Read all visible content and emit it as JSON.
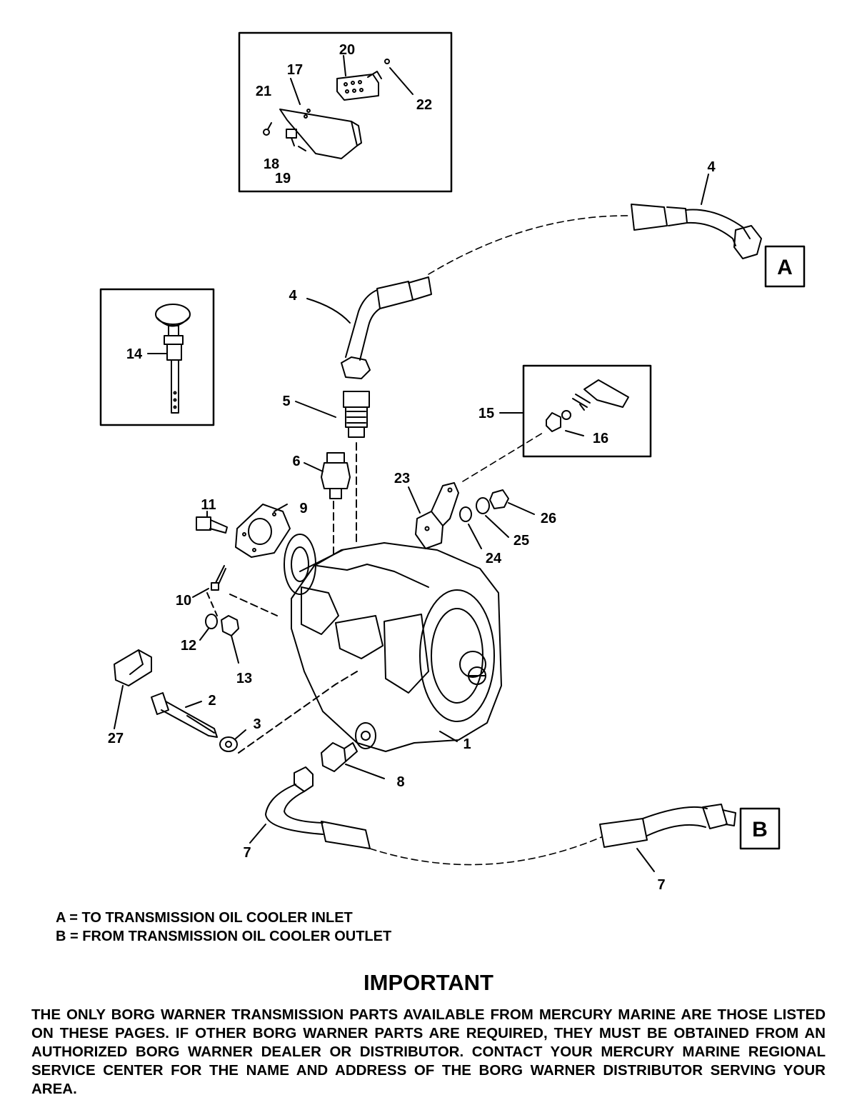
{
  "callouts": {
    "c1": "1",
    "c2": "2",
    "c3": "3",
    "c4a": "4",
    "c4b": "4",
    "c5": "5",
    "c6": "6",
    "c7a": "7",
    "c7b": "7",
    "c8": "8",
    "c9": "9",
    "c10": "10",
    "c11": "11",
    "c12": "12",
    "c13": "13",
    "c14": "14",
    "c15": "15",
    "c16": "16",
    "c17": "17",
    "c18": "18",
    "c19": "19",
    "c20": "20",
    "c21": "21",
    "c22": "22",
    "c23": "23",
    "c24": "24",
    "c25": "25",
    "c26": "26",
    "c27": "27"
  },
  "connectors": {
    "a": "A",
    "b": "B"
  },
  "legend": {
    "a": "A = TO TRANSMISSION OIL COOLER INLET",
    "b": "B = FROM TRANSMISSION OIL COOLER OUTLET"
  },
  "important": {
    "title": "IMPORTANT",
    "body": "THE ONLY BORG WARNER TRANSMISSION PARTS AVAILABLE FROM MERCURY MARINE ARE THOSE LISTED ON THESE PAGES.  IF OTHER BORG WARNER PARTS ARE REQUIRED, THEY MUST BE OBTAINED FROM AN AUTHORIZED BORG WARNER DEALER OR DISTRIBUTOR.  CONTACT YOUR MERCURY MARINE REGIONAL SERVICE CENTER FOR THE NAME AND ADDRESS OF THE BORG WARNER DISTRIBUTOR SERVING YOUR AREA."
  }
}
